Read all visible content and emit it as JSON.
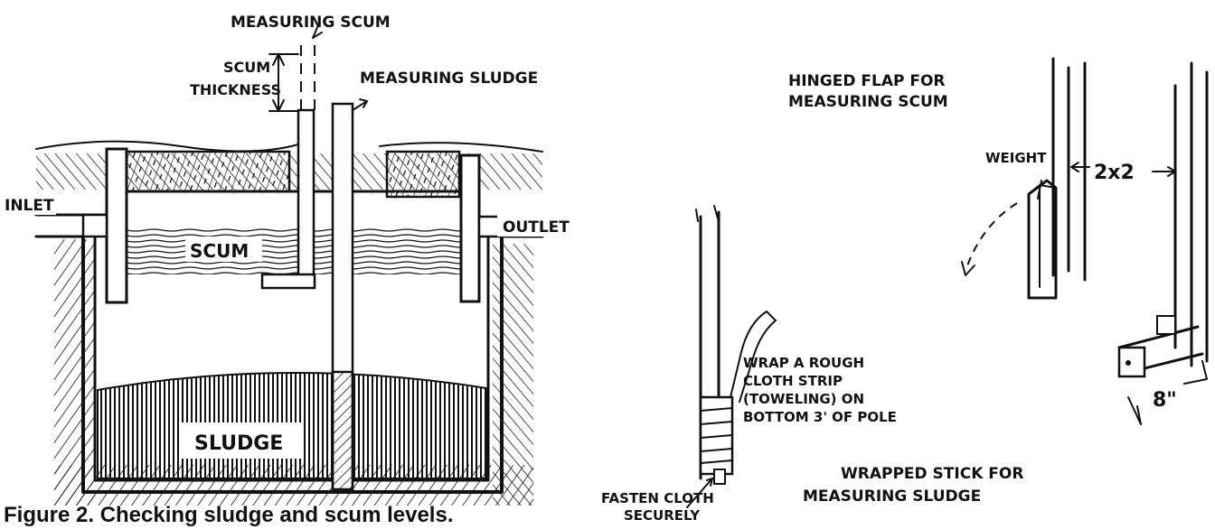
{
  "figure": {
    "caption": "Figure 2. Checking sludge and scum levels.",
    "tank": {
      "measuring_scum": "MEASURING SCUM",
      "scum_thickness_line1": "SCUM",
      "scum_thickness_line2": "THICKNESS",
      "measuring_sludge": "MEASURING SLUDGE",
      "inlet": "INLET",
      "outlet": "OUTLET",
      "scum": "SCUM",
      "sludge": "SLUDGE"
    },
    "wrapped_stick": {
      "wrap_line1": "WRAP A ROUGH",
      "wrap_line2": "CLOTH STRIP",
      "wrap_line3": "(TOWELING) ON",
      "wrap_line4": "BOTTOM 3' OF POLE",
      "fasten_line1": "FASTEN CLOTH",
      "fasten_line2": "SECURELY",
      "title_line1": "WRAPPED STICK FOR",
      "title_line2": "MEASURING SLUDGE"
    },
    "hinged_flap": {
      "title_line1": "HINGED FLAP FOR",
      "title_line2": "MEASURING SCUM",
      "weight": "WEIGHT",
      "dim_2x2": "2x2",
      "dim_8in": "8\""
    }
  }
}
